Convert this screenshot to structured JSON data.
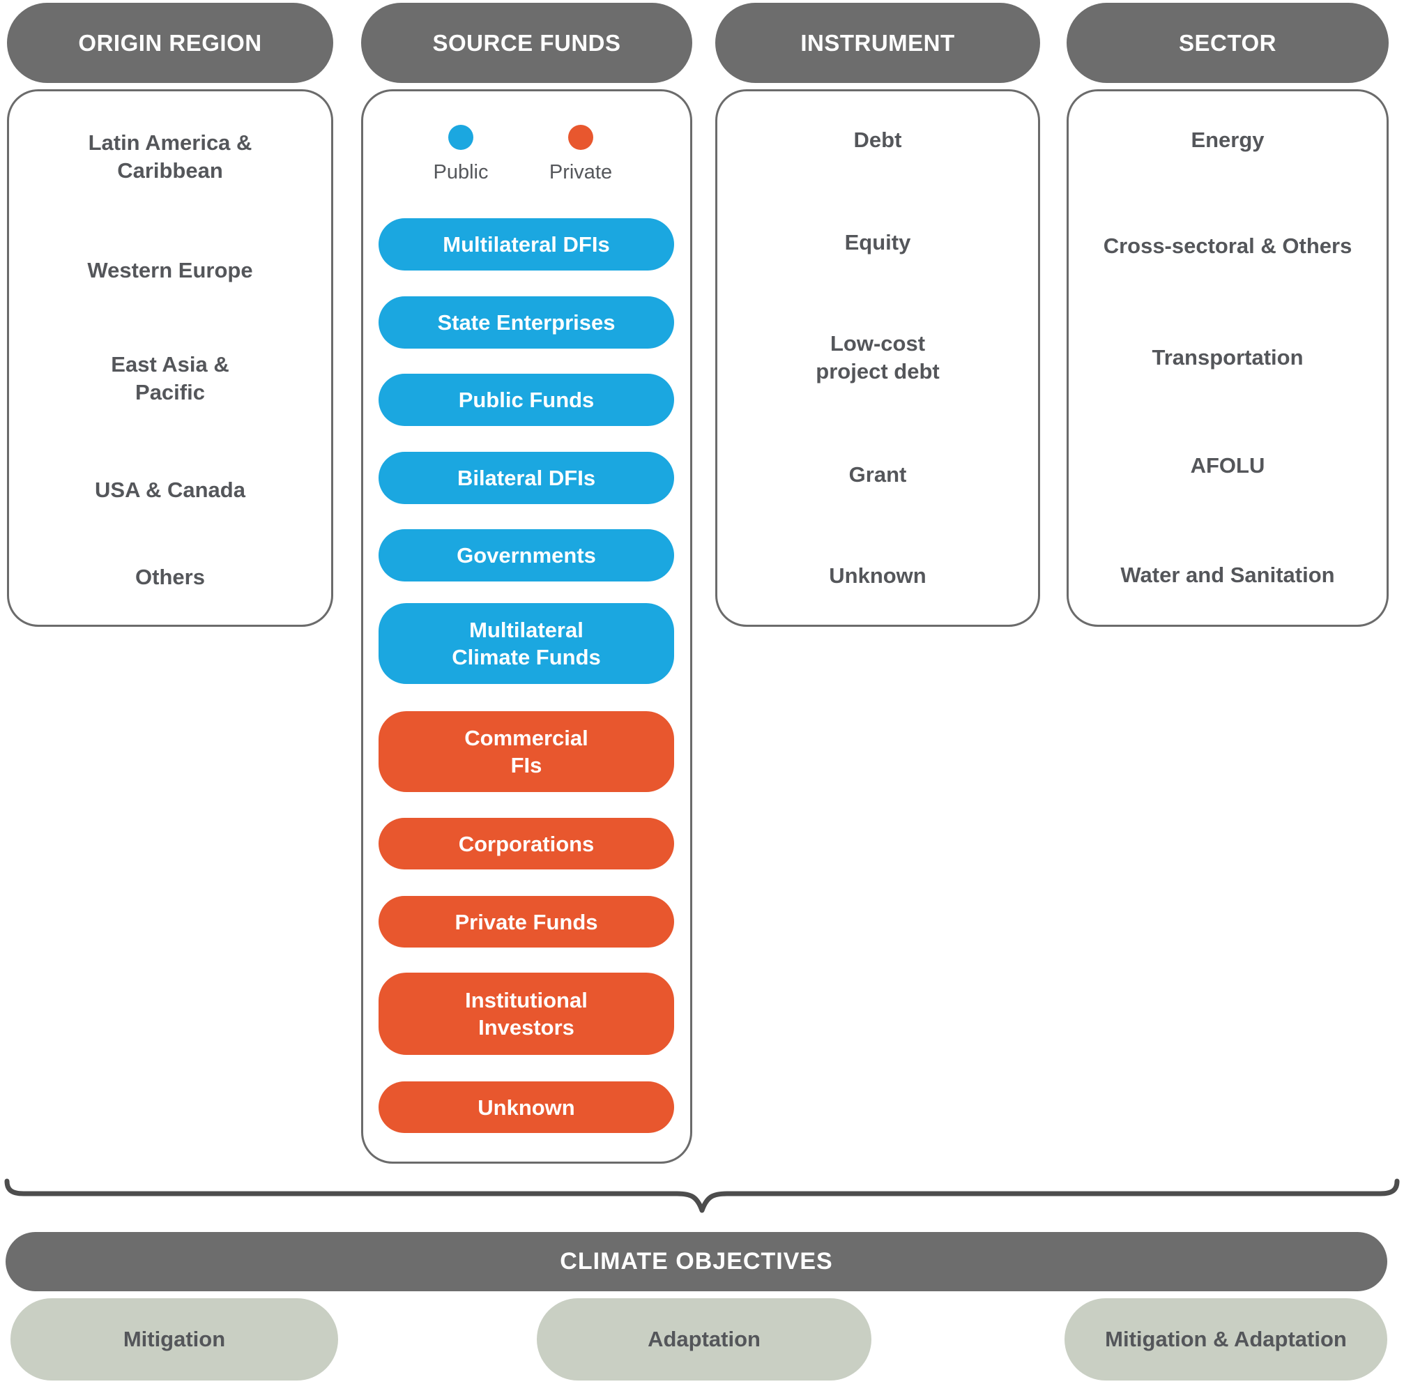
{
  "columns": [
    {
      "header": "ORIGIN REGION",
      "items": [
        {
          "text": "Latin America &\nCaribbean"
        },
        {
          "text": "Western Europe"
        },
        {
          "text": "East Asia &\nPacific"
        },
        {
          "text": "USA & Canada"
        },
        {
          "text": "Others"
        }
      ]
    },
    {
      "header": "SOURCE FUNDS",
      "legend": [
        {
          "label": "Public",
          "type": "public"
        },
        {
          "label": "Private",
          "type": "private"
        }
      ],
      "pills": [
        {
          "label": "Multilateral DFIs",
          "type": "public"
        },
        {
          "label": "State Enterprises",
          "type": "public"
        },
        {
          "label": "Public Funds",
          "type": "public"
        },
        {
          "label": "Bilateral DFIs",
          "type": "public"
        },
        {
          "label": "Governments",
          "type": "public"
        },
        {
          "label": "Multilateral\nClimate Funds",
          "type": "public"
        },
        {
          "label": "Commercial\nFIs",
          "type": "private"
        },
        {
          "label": "Corporations",
          "type": "private"
        },
        {
          "label": "Private Funds",
          "type": "private"
        },
        {
          "label": "Institutional\nInvestors",
          "type": "private"
        },
        {
          "label": "Unknown",
          "type": "private"
        }
      ]
    },
    {
      "header": "INSTRUMENT",
      "items": [
        {
          "text": "Debt"
        },
        {
          "text": "Equity"
        },
        {
          "text": "Low-cost\nproject debt"
        },
        {
          "text": "Grant"
        },
        {
          "text": "Unknown"
        }
      ]
    },
    {
      "header": "SECTOR",
      "items": [
        {
          "text": "Energy"
        },
        {
          "text": "Cross-sectoral & Others"
        },
        {
          "text": "Transportation"
        },
        {
          "text": "AFOLU"
        },
        {
          "text": "Water and Sanitation"
        }
      ]
    }
  ],
  "footer": {
    "bar_label": "CLIMATE OBJECTIVES",
    "objectives": [
      {
        "label": "Mitigation"
      },
      {
        "label": "Adaptation"
      },
      {
        "label": "Mitigation & Adaptation"
      }
    ]
  },
  "colors": {
    "public_blue": "#1BA7E0",
    "private_orange": "#E8572E",
    "header_gray": "#6D6D6D",
    "objective_green": "#C9CFC3",
    "text_gray": "#54565A"
  }
}
